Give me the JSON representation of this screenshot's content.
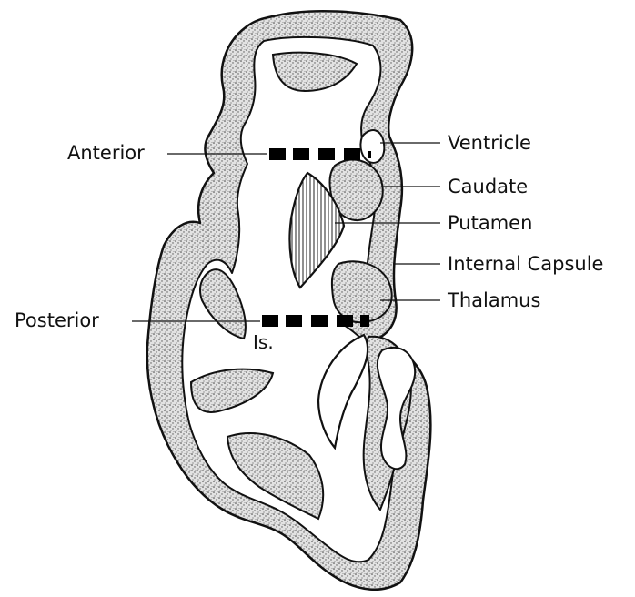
{
  "labels": {
    "anterior": "Anterior",
    "posterior": "Posterior",
    "ventricle": "Ventricle",
    "caudate": "Caudate",
    "putamen": "Putamen",
    "internal_capsule": "Internal Capsule",
    "thalamus": "Thalamus",
    "insula": "Is."
  },
  "colors": {
    "ink": "#111111",
    "stipple_bg": "#e4e4e4",
    "paper": "#ffffff"
  }
}
